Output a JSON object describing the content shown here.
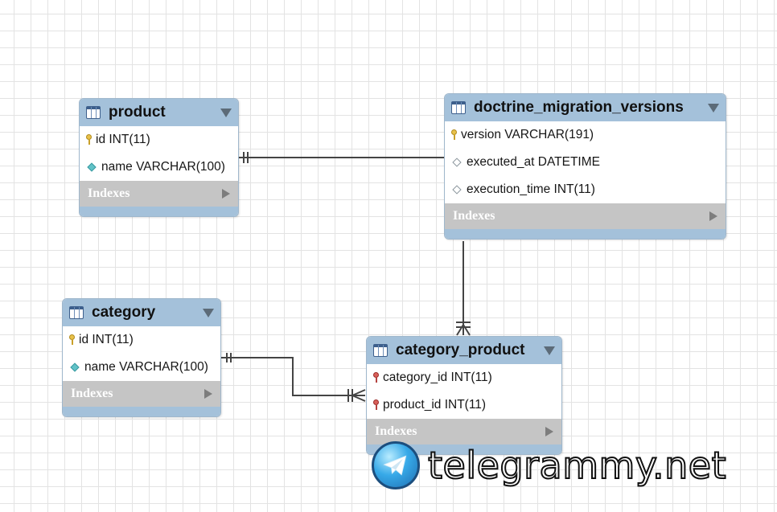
{
  "tables": {
    "product": {
      "title": "product",
      "fields": [
        {
          "label": "id INT(11)",
          "icon": "primary-key"
        },
        {
          "label": "name VARCHAR(100)",
          "icon": "filled-diamond"
        }
      ],
      "indexes_label": "Indexes"
    },
    "doctrine": {
      "title": "doctrine_migration_versions",
      "fields": [
        {
          "label": "version VARCHAR(191)",
          "icon": "primary-key"
        },
        {
          "label": "executed_at DATETIME",
          "icon": "hollow-diamond"
        },
        {
          "label": "execution_time INT(11)",
          "icon": "hollow-diamond"
        }
      ],
      "indexes_label": "Indexes"
    },
    "category": {
      "title": "category",
      "fields": [
        {
          "label": "id INT(11)",
          "icon": "primary-key"
        },
        {
          "label": "name VARCHAR(100)",
          "icon": "filled-diamond"
        }
      ],
      "indexes_label": "Indexes"
    },
    "category_product": {
      "title": "category_product",
      "fields": [
        {
          "label": "category_id INT(11)",
          "icon": "foreign-key"
        },
        {
          "label": "product_id INT(11)",
          "icon": "foreign-key"
        }
      ],
      "indexes_label": "Indexes"
    }
  },
  "relationships": [
    {
      "from": "product",
      "to": "doctrine_migration_versions",
      "notation": "one-to-one"
    },
    {
      "from": "doctrine_migration_versions",
      "to": "category_product",
      "notation": "one-to-many"
    },
    {
      "from": "category",
      "to": "category_product",
      "notation": "one-to-many"
    }
  ],
  "watermark": {
    "text": "telegrammy.net",
    "icon": "telegram-paper-plane-icon"
  },
  "colors": {
    "header": "#a4c1da",
    "indexes_bar": "#c5c5c5",
    "primary_key": "#e8c14a",
    "foreign_key": "#d8605a",
    "column_diamond": "#61c2c7",
    "link_line": "#444444"
  }
}
